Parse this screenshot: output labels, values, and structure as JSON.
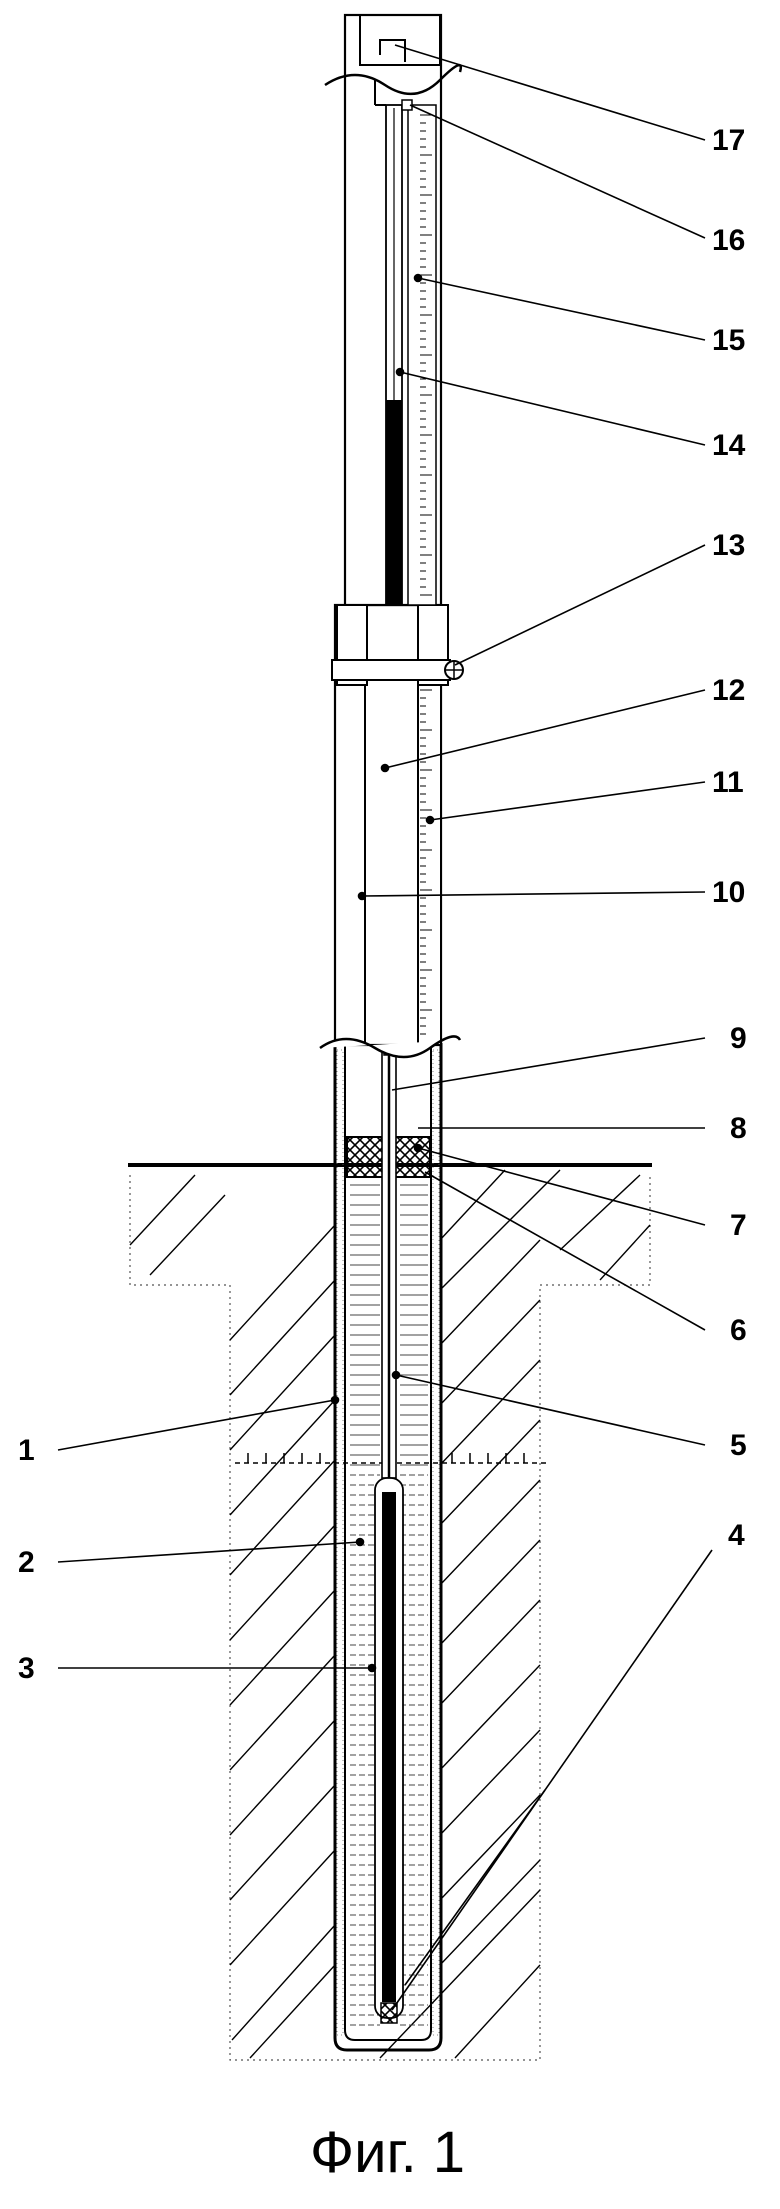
{
  "figure": {
    "caption": "Фиг. 1",
    "callouts": [
      {
        "id": "17",
        "label": "17"
      },
      {
        "id": "16",
        "label": "16"
      },
      {
        "id": "15",
        "label": "15"
      },
      {
        "id": "14",
        "label": "14"
      },
      {
        "id": "13",
        "label": "13"
      },
      {
        "id": "12",
        "label": "12"
      },
      {
        "id": "11",
        "label": "11"
      },
      {
        "id": "10",
        "label": "10"
      },
      {
        "id": "9",
        "label": "9"
      },
      {
        "id": "8",
        "label": "8"
      },
      {
        "id": "7",
        "label": "7"
      },
      {
        "id": "6",
        "label": "6"
      },
      {
        "id": "5",
        "label": "5"
      },
      {
        "id": "4",
        "label": "4"
      },
      {
        "id": "1",
        "label": "1"
      },
      {
        "id": "2",
        "label": "2"
      },
      {
        "id": "3",
        "label": "3"
      }
    ]
  }
}
